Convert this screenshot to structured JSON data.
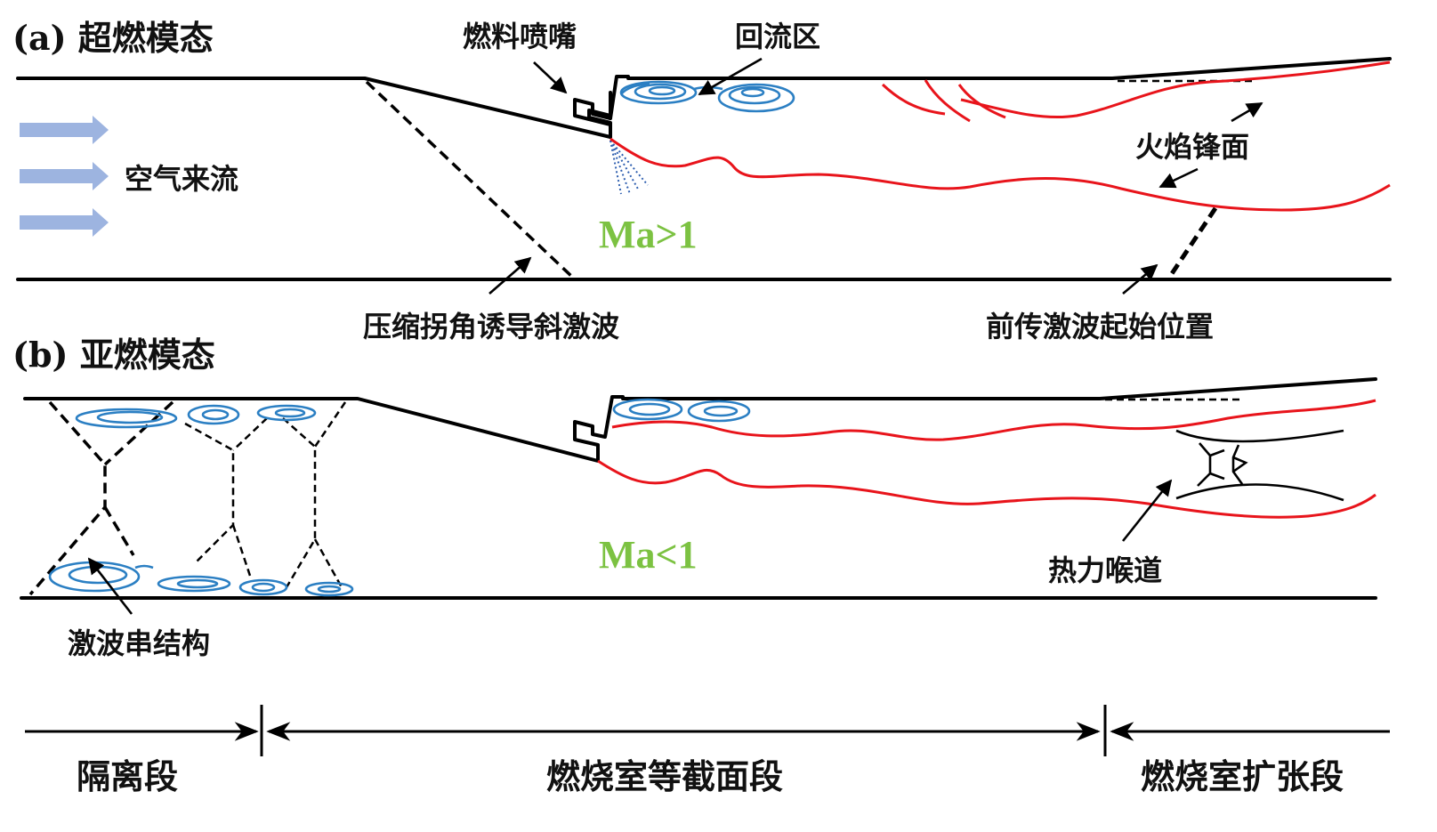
{
  "panel_a": {
    "title": "(a) 超燃模态",
    "labels": {
      "fuel_injector": "燃料喷嘴",
      "recirculation": "回流区",
      "air_inflow": "空气来流",
      "flame_front": "火焰锋面",
      "mach": "Ma>1",
      "oblique_shock": "压缩拐角诱导斜激波",
      "shock_origin": "前传激波起始位置"
    }
  },
  "panel_b": {
    "title": "(b) 亚燃模态",
    "labels": {
      "mach": "Ma<1",
      "thermal_throat": "热力喉道",
      "shock_train": "激波串结构"
    }
  },
  "sections": {
    "isolator": "隔离段",
    "constant_area": "燃烧室等截面段",
    "expansion": "燃烧室扩张段"
  },
  "colors": {
    "wall": "#000000",
    "flame": "#e8141b",
    "vortex": "#2b7fc3",
    "mach": "#7cc242",
    "inflow_arrow": "#9db4e0"
  }
}
